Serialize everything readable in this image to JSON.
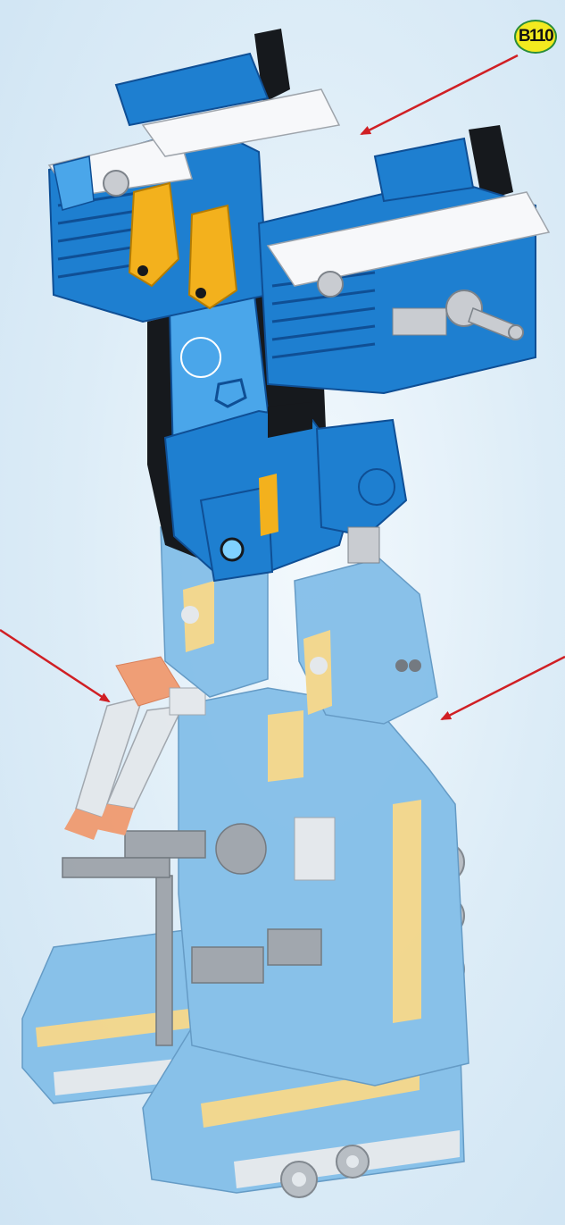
{
  "step_badge": {
    "label": "B110",
    "fill": "#f3ea1f",
    "ring": "#2b8d3a"
  },
  "colors": {
    "blue": "#1e7fd0",
    "blue_dark": "#0f4f95",
    "blue_light": "#4aa6ea",
    "white": "#f7f8fa",
    "yellow": "#f3b11d",
    "black": "#16191d",
    "grey": "#c9ccd1",
    "ghost_blue": "#84bfe9",
    "ghost_yellow": "#f3d68a",
    "ghost_white": "#e4e8ec",
    "ghost_grey": "#9ea4ab",
    "ghost_orange": "#f09a70",
    "arrow": "#d01f24",
    "background": "#dcecf7"
  },
  "icons": [
    "callout-arrow-icon",
    "lego-upper-body-assembly",
    "lego-lower-body-ghost"
  ]
}
